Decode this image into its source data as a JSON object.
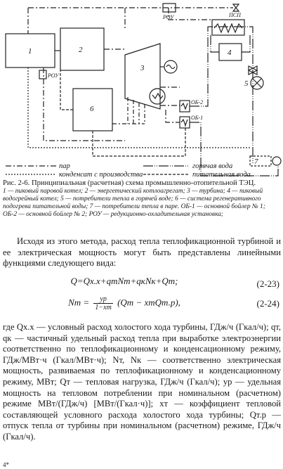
{
  "diagram": {
    "labels": {
      "b1": "1",
      "b2": "2",
      "b3": "3",
      "b4": "4",
      "b5": "5",
      "b6": "6",
      "b7": "7",
      "rou_top": "РОУ",
      "rou_left": "РОУ",
      "psp": "ПСП",
      "ob2": "ОБ-2",
      "ob1": "ОБ-1"
    },
    "legend": {
      "steam": "пар",
      "condensate": "конденсат с производства",
      "hot_water": "горячая вода",
      "feed_water": "питательная вода"
    }
  },
  "caption": {
    "lead": "Рис. 2-6. Принципиальная (расчетная) схема промышленно-отопительной ТЭЦ.",
    "legend": "1 — пиковый паровой котел; 2 — энергетический котлоагрегат; 3 — турбина; 4 — пиковый водогрейный котел; 5 — потребители тепла в горячей воде; 6 — система регенеративного подогрева питательной воды; 7 — потребители тепла в паре. ОБ-1 — основной бойлер № 1; ОБ-2 — основной бойлер № 2; РОУ — редукционно-охладительная установка;"
  },
  "text": {
    "p1": "Исходя из этого метода, расход тепла теплофикационной турбиной и ее электрическая мощность могут быть представлены линейными функциями следующего вида:",
    "eq1": "Q=Qх.х+qтNт+qкNк+Qт;",
    "eq1_num": "(2-23)",
    "eq2_lhs": "Nт =",
    "eq2_num_top": "yр",
    "eq2_num_bot": "1−xт",
    "eq2_rhs": "(Qт − xтQт.р),",
    "eq2_num": "(2-24)",
    "p2": "где Qх.х — условный расход холостого хода турбины, ГДж/ч (Гкал/ч); qт, qк — частичный удельный расход тепла при выработке электроэнергии соответственно по теплофикационному и конденсационному режиму, ГДж/МВт·ч (Гкал/МВт·ч); Nт, Nк — соответственно электрическая мощность, развиваемая по теплофикационному и конденсационному режиму, МВт; Qт — тепловая нагрузка, ГДж/ч (Гкал/ч); yр — удельная мощность на тепловом потреблении при номинальном (расчетном) режиме МВт/(ГДж/ч) [МВт/(Гкал·ч)]; xт — коэффициент тепловой составляющей условного расхода холостого хода турбины; Qт.р — отпуск тепла от турбины при номинальном (расчетном) режиме, ГДж/ч (Гкал/ч).",
    "footer": "4*"
  }
}
